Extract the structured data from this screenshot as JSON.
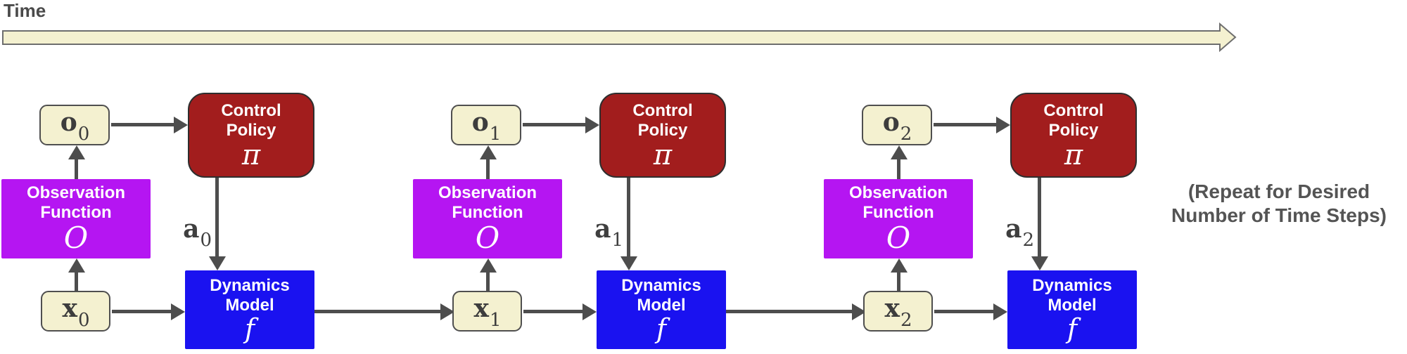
{
  "timeline": {
    "label": "Time"
  },
  "annotation": {
    "line1": "(Repeat for Desired",
    "line2": "Number of Time Steps)"
  },
  "colors": {
    "node_fill": "#f4f1d0",
    "node_border": "#4f4f4f",
    "policy_fill": "#a21d1d",
    "obs_function_fill": "#b515f2",
    "dynamics_fill": "#1a12f0",
    "arrow": "#4d4d4d",
    "label_text": "#4a4a4a"
  },
  "units": [
    {
      "observation": {
        "symbol": "o",
        "subscript": "0"
      },
      "state": {
        "symbol": "x",
        "subscript": "0"
      },
      "action": {
        "symbol": "a",
        "subscript": "0"
      },
      "control_policy": {
        "title_line1": "Control",
        "title_line2": "Policy",
        "symbol": "π"
      },
      "observation_function": {
        "title_line1": "Observation",
        "title_line2": "Function",
        "symbol": "O"
      },
      "dynamics_model": {
        "title_line1": "Dynamics",
        "title_line2": "Model",
        "symbol": "f"
      }
    },
    {
      "observation": {
        "symbol": "o",
        "subscript": "1"
      },
      "state": {
        "symbol": "x",
        "subscript": "1"
      },
      "action": {
        "symbol": "a",
        "subscript": "1"
      },
      "control_policy": {
        "title_line1": "Control",
        "title_line2": "Policy",
        "symbol": "π"
      },
      "observation_function": {
        "title_line1": "Observation",
        "title_line2": "Function",
        "symbol": "O"
      },
      "dynamics_model": {
        "title_line1": "Dynamics",
        "title_line2": "Model",
        "symbol": "f"
      }
    },
    {
      "observation": {
        "symbol": "o",
        "subscript": "2"
      },
      "state": {
        "symbol": "x",
        "subscript": "2"
      },
      "action": {
        "symbol": "a",
        "subscript": "2"
      },
      "control_policy": {
        "title_line1": "Control",
        "title_line2": "Policy",
        "symbol": "π"
      },
      "observation_function": {
        "title_line1": "Observation",
        "title_line2": "Function",
        "symbol": "O"
      },
      "dynamics_model": {
        "title_line1": "Dynamics",
        "title_line2": "Model",
        "symbol": "f"
      }
    }
  ]
}
